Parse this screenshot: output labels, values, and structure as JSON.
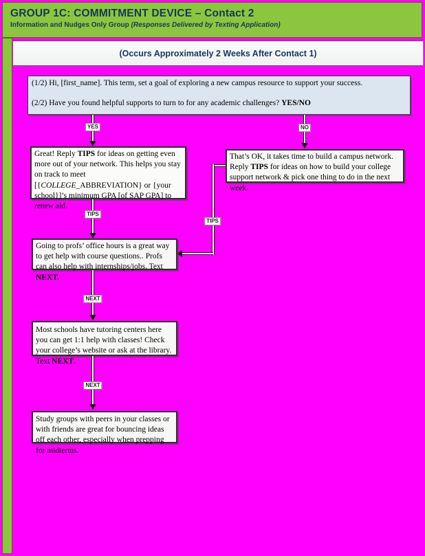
{
  "colors": {
    "background_magenta": "#FF00FF",
    "header_green": "#8CC63E",
    "heading_navy": "#17365D",
    "intro_box_blue": "#DCE6F1"
  },
  "header": {
    "title": "GROUP 1C: COMMITMENT DEVICE – Contact 2",
    "subtitle": "Information and Nudges Only Group ",
    "subtitle_italic": "(Responses Delivered by Texting Application)"
  },
  "timing_banner": "(Occurs Approximately 2 Weeks After Contact 1)",
  "flowchart": {
    "intro_box": {
      "line1": "(1/2) Hi, [first_name]. This term, set a goal of exploring a new campus resource to support your success.",
      "line2": "(2/2) Have you found helpful supports to turn to for any academic challenges? ",
      "line2_bold": "YES/NO"
    },
    "labels": {
      "yes": "YES",
      "no": "NO",
      "tips_left": "TIPS",
      "tips_right": "TIPS",
      "next_1": "NEXT",
      "next_2": "NEXT"
    },
    "yes_box": {
      "t1": "Great! Reply ",
      "t2": "TIPS",
      "t3": " for ideas on getting even more out of your network. This helps you stay on track to meet [{",
      "t4": "COLLEGE",
      "t5": "_ABBREVIATION} or {your school}]’s minimum GPA [of SAP GPA] to renew aid."
    },
    "no_box": {
      "t1": "That’s OK, it takes time to build a campus network. Reply ",
      "t2": "TIPS",
      "t3": " for ideas on how to build your college support network & pick one thing to do in the next week."
    },
    "office_hours_box": {
      "t1": "Going to profs’ office hours is a great way to get help with course questions.. Profs can also help with internships/jobs. Text ",
      "t2": "NEXT."
    },
    "tutoring_box": {
      "t1": "Most schools have tutoring centers here you can get 1:1 help with classes! Check your college’s website or ask at the library. Text ",
      "t2": "NEXT",
      "t3": "."
    },
    "study_groups_box": {
      "text": "Study groups with peers in your classes or with friends are great for bouncing ideas off each other, especially when prepping for midterms."
    }
  }
}
